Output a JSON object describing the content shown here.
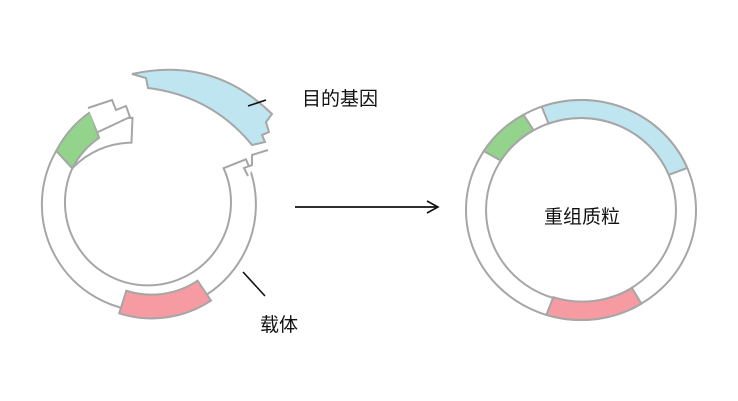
{
  "labels": {
    "target_gene": "目的基因",
    "vector": "载体",
    "recombinant": "重组质粒"
  },
  "colors": {
    "outline": "#a6a6a6",
    "ring_fill": "#ffffff",
    "gene_segment": "#bfe6f0",
    "marker_green": "#93d38b",
    "marker_red": "#f59ba1",
    "leader": "#111111",
    "arrow": "#111111"
  }
}
